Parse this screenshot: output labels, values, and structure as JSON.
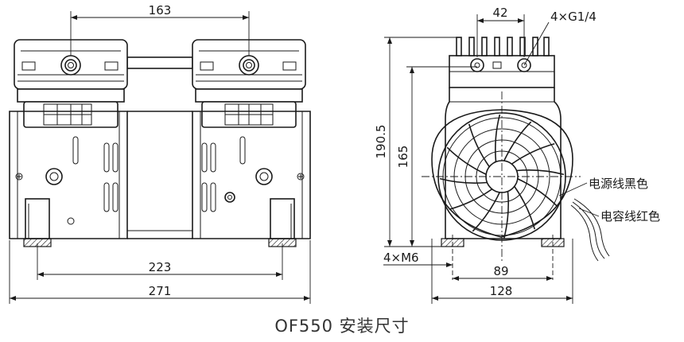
{
  "dimensions": {
    "top_width": "163",
    "bolt_spacing": "223",
    "overall_width": "271",
    "port_spacing": "42",
    "ports": "4×G1/4",
    "overall_height": "190.5",
    "body_height": "165",
    "mount_holes": "4×M6",
    "side_bolt_spacing": "89",
    "side_width": "128"
  },
  "labels": {
    "power_wire": "电源线黑色",
    "capacitor_wire": "电容线红色"
  },
  "title": "OF550 安装尺寸"
}
